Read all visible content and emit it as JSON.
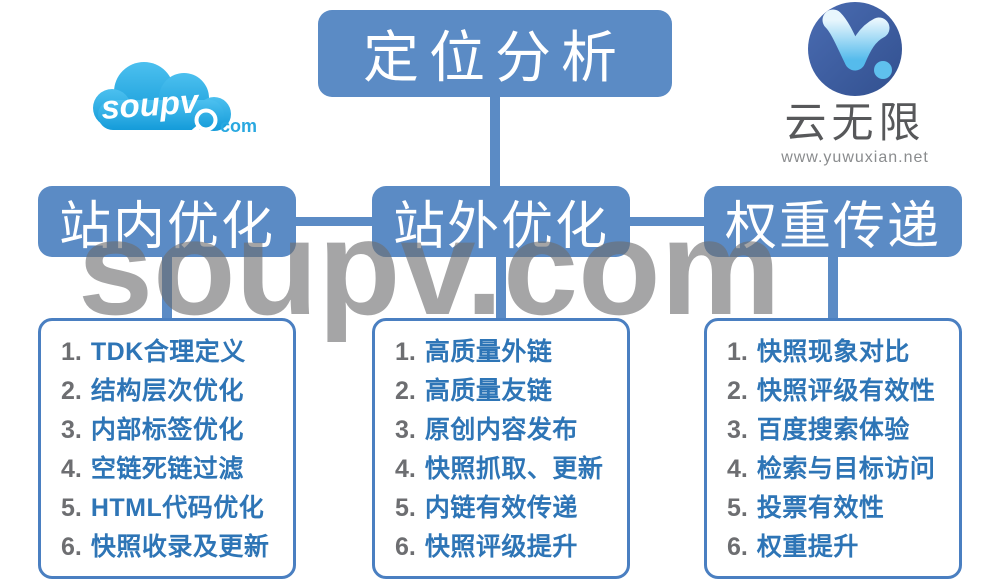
{
  "root": {
    "title": "定位分析"
  },
  "watermark": "soupv.com",
  "logos": {
    "soupv": {
      "name": "soupv",
      "tld": "com"
    },
    "yuwuxian": {
      "name": "云无限",
      "url": "www.yuwuxian.net"
    }
  },
  "columns": [
    {
      "header": "站内优化",
      "items": [
        {
          "num": "1.",
          "text": "TDK合理定义"
        },
        {
          "num": "2.",
          "text": "结构层次优化"
        },
        {
          "num": "3.",
          "text": "内部标签优化"
        },
        {
          "num": "4.",
          "text": "空链死链过滤"
        },
        {
          "num": "5.",
          "text": "HTML代码优化"
        },
        {
          "num": "6.",
          "text": "快照收录及更新"
        }
      ]
    },
    {
      "header": "站外优化",
      "items": [
        {
          "num": "1.",
          "text": "高质量外链"
        },
        {
          "num": "2.",
          "text": "高质量友链"
        },
        {
          "num": "3.",
          "text": "原创内容发布"
        },
        {
          "num": "4.",
          "text": "快照抓取、更新"
        },
        {
          "num": "5.",
          "text": "内链有效传递"
        },
        {
          "num": "6.",
          "text": "快照评级提升"
        }
      ]
    },
    {
      "header": "权重传递",
      "items": [
        {
          "num": "1.",
          "text": "快照现象对比"
        },
        {
          "num": "2.",
          "text": "快照评级有效性"
        },
        {
          "num": "3.",
          "text": "百度搜索体验"
        },
        {
          "num": "4.",
          "text": "检索与目标访问"
        },
        {
          "num": "5.",
          "text": "投票有效性"
        },
        {
          "num": "6.",
          "text": "权重提升"
        }
      ]
    }
  ],
  "colors": {
    "box_blue": "#5b8bc5",
    "border_blue": "#4a7fc1",
    "item_text_blue": "#2e75b6",
    "item_num_gray": "#6d6e71",
    "watermark_gray": "#6d6e70",
    "cloud_logo_blue": "#29a8e0",
    "yw_circle_blue": "#3d5c9e"
  }
}
